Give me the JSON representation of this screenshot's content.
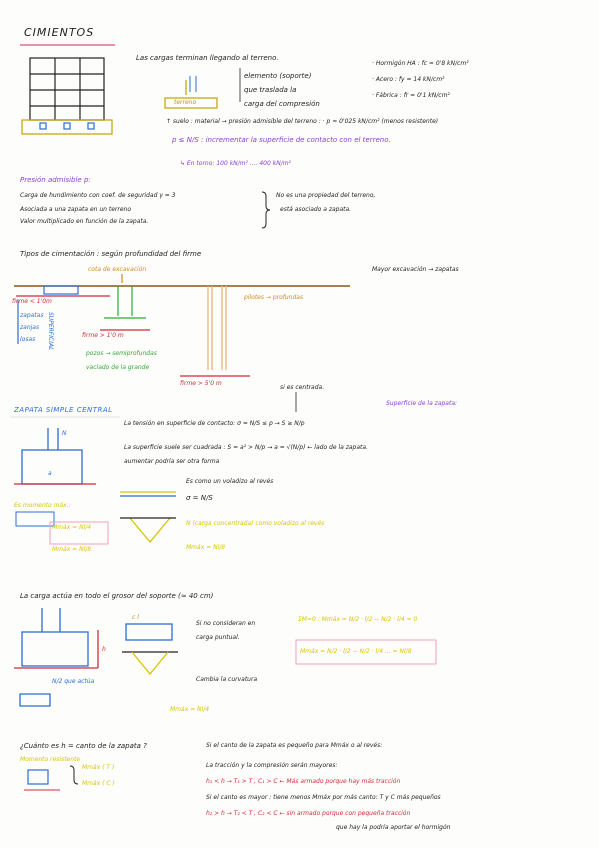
{
  "title": "CIMIENTOS",
  "intro": {
    "l1": "Las cargas terminan llegando al terreno.",
    "l2": "elemento (soporte)",
    "l3": "que traslada la",
    "l4": "carga del compresión",
    "terreno": "terreno",
    "hormigon": "· Hormigón HA : fc = 0'8 kN/cm²",
    "acero": "· Acero : fy = 14 kN/cm²",
    "fabrica": "· Fábrica : fr = 0'1 kN/cm²",
    "suelo": "↑ suelo : material → presión admisible del terreno : · p ≈ 0'025 kN/cm²   (menos resistente)",
    "formula": "p ≤ N/S : incrementar la superficie de contacto con el terreno.",
    "entorno": "↳ En torno:  100 kN/m² .... 400 kN/m²"
  },
  "presion": {
    "title": "Presión admisible p:",
    "l1": "Carga de hundimiento con coef. de seguridad γ = 3",
    "l2": "Asociada a una zapata en un terreno",
    "l3": "Valor multiplicado en función de la zapata.",
    "l4": "No es una propiedad del terreno,",
    "l5": "está asociado a zapata."
  },
  "tipos": {
    "title": "Tipos de cimentación : según profundidad del firme",
    "mayor": "Mayor excavación → zapatas",
    "cota": "cota de excavación",
    "firme1": "firme < 1'0m",
    "zapatas": "zapatas",
    "zanjas": "zanjas",
    "losas": "losas",
    "superficial": "SUPERFICIAL",
    "firme2": "firme > 1'0 m",
    "pozos": "pozos → semiprofundas",
    "vaciado": "vaciado de la grande",
    "pilotes": "pilotes → profundas",
    "firme3": "firme > 5'0 m"
  },
  "zapata": {
    "title": "ZAPATA SIMPLE CENTRAL",
    "centrada": "si es centrada.",
    "sup_label": "Superficie de la zapata:",
    "tension": "La tensión en superficie de contacto:   σ = N/S ≤ p  →  S ≥ N/p",
    "cuadrada": "La superficie suele ser cuadrada :  S = a² > N/p  →  a = √(N/p)  ← lado de la zapata.",
    "aumentar": "aumentar podría ser otra forma",
    "solicit": "Es como un voladizo al revés",
    "sigma": "σ = N/S",
    "ncarga": "N (carga concentrada) como voladizo al revés",
    "momento": "Es momento máx.:",
    "mmax1": "Mmáx = Nl/4",
    "mmax2": "Mmáx = Nl/8",
    "mmax3": "Mmáx = Nl/8",
    "N": "N",
    "a": "a"
  },
  "carga": {
    "title": "La carga actúa en todo el grosor del soporte    (≈ 40 cm)",
    "noconsid": "Si no consideran en",
    "puntual": "carga puntual.",
    "sumM": "ΣM=0 :  Mmáx = N/2 · l/2 − N/2 · l/4 = 0",
    "mmaxlong": "Mmáx = N/2 · l/2 − N/2 · l/4 ... = Nl/8",
    "cambia": "Cambia la curvatura",
    "mfinal": "Mmáx = Nl/4",
    "ya": "N/2 que actúa",
    "h": "h",
    "cl": "c  l"
  },
  "canto": {
    "q": "¿Cuánto es h = canto de la zapata ?",
    "sub": "Momento resistente",
    "mt": "Mmáx ( T )",
    "mc": "Mmáx ( C )",
    "r1": "Si el canto de la zapata es pequeño para Mmáx o al revés:",
    "r2": "La tracción y la compresión serán mayores:",
    "r3": "h₁ < h → T₁ > T , C₁ > C  ←  Más armado porque hay más tracción",
    "r4": "Si el canto es mayor : tiene menos Mmáx por más canto: T y C más pequeños",
    "r5": "h₂ > h → T₂ < T , C₂ < C  ←  sin armado porque con pequeña tracción",
    "r6": "que hay la podría aportar el hormigón"
  }
}
